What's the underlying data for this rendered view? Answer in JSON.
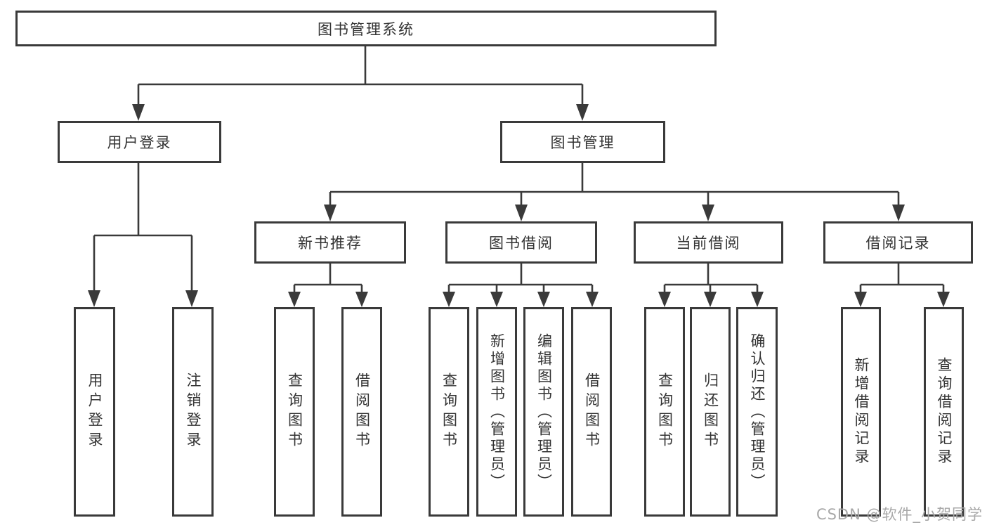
{
  "diagram_title": "图书管理系统",
  "nodes": {
    "root": "图书管理系统",
    "user-login": "用户登录",
    "book-mgmt": "图书管理",
    "new-book-rec": "新书推荐",
    "book-borrow": "图书借阅",
    "current-borrow": "当前借阅",
    "borrow-records": "借阅记录",
    "leaf-user-login": "用户登录",
    "leaf-logout": "注销登录",
    "leaf-query-book-1": "查询图书",
    "leaf-borrow-book-1": "借阅图书",
    "leaf-query-book-2": "查询图书",
    "leaf-add-book": "新增图书（管理员）",
    "leaf-edit-book": "编辑图书（管理员）",
    "leaf-borrow-book-2": "借阅图书",
    "leaf-query-book-3": "查询图书",
    "leaf-return-book": "归还图书",
    "leaf-confirm-return": "确认归还（管理员）",
    "leaf-add-borrow-record": "新增借阅记录",
    "leaf-query-borrow-record": "查询借阅记录"
  },
  "watermark": "CSDN @软件_小贺同学",
  "colors": {
    "line": "#3a3a3a",
    "text": "#333333",
    "watermark": "#a8a8a8",
    "background": "#ffffff"
  }
}
